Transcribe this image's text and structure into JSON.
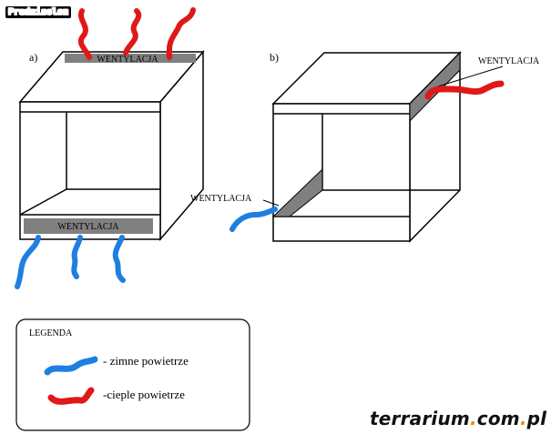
{
  "author": "Prednisolon",
  "panels": {
    "a": {
      "label": "a)",
      "vent_top": "WENTYLACJA",
      "vent_bottom": "WENTYLACJA"
    },
    "b": {
      "label": "b)",
      "vent_right": "WENTYLACJA",
      "vent_left": "WENTYLACJA"
    }
  },
  "legend": {
    "title": "LEGENDA",
    "cold": "- zimne powietrze",
    "warm": "-cieple powietrze"
  },
  "brand": {
    "part1": "terrarium",
    "dot1": ".",
    "part2": "com",
    "dot2": ".",
    "part3": "pl"
  },
  "colors": {
    "cold": "#1e7fe0",
    "warm": "#e01818",
    "vent": "#808080"
  }
}
